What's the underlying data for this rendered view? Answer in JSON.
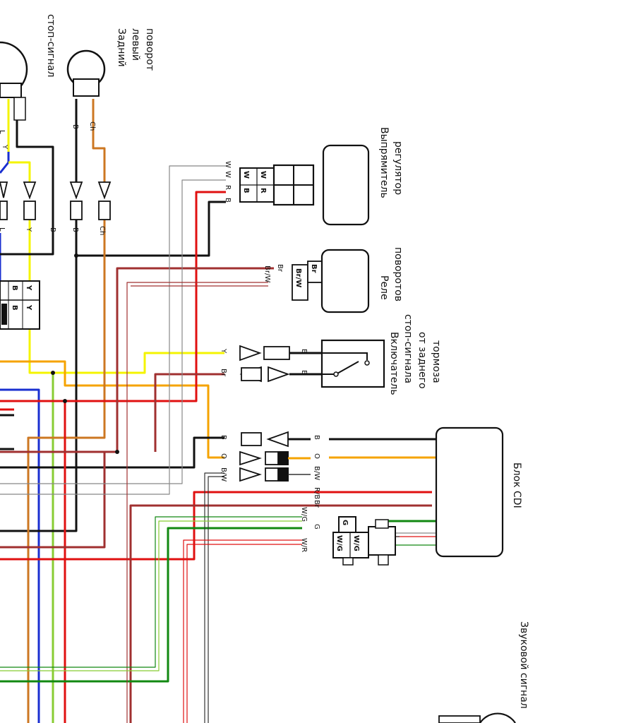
{
  "components": {
    "brake_light": "стоп-сигнал",
    "rear_left_turn": [
      "Задний",
      "левый",
      "поворот"
    ],
    "rectifier": [
      "Выпрямитель",
      "регулятор"
    ],
    "turn_relay": [
      "Реле",
      "поворотов"
    ],
    "brake_switch": [
      "Включатель",
      "стоп-сигнала",
      "от заднего",
      "тормоза"
    ],
    "cdi": "Блок CDI",
    "horn": "Звуковой сигнал"
  },
  "wire_labels": {
    "B": "B",
    "Y": "Y",
    "Ch": "Ch",
    "L": "L",
    "W": "W",
    "R": "R",
    "Br": "Br",
    "BrW": "Br/W",
    "O": "O",
    "BW": "B/W",
    "RB": "R/B",
    "WG": "W/G",
    "G": "G",
    "WR": "W/R"
  },
  "colors": {
    "black": "#111111",
    "yellow": "#f4f400",
    "orange_ch": "#cc7722",
    "orange": "#f5a300",
    "blue": "#1a2fd0",
    "red": "#e01010",
    "brown": "#a03030",
    "green": "#118811",
    "light_green": "#88cc33",
    "grey": "#888888"
  }
}
